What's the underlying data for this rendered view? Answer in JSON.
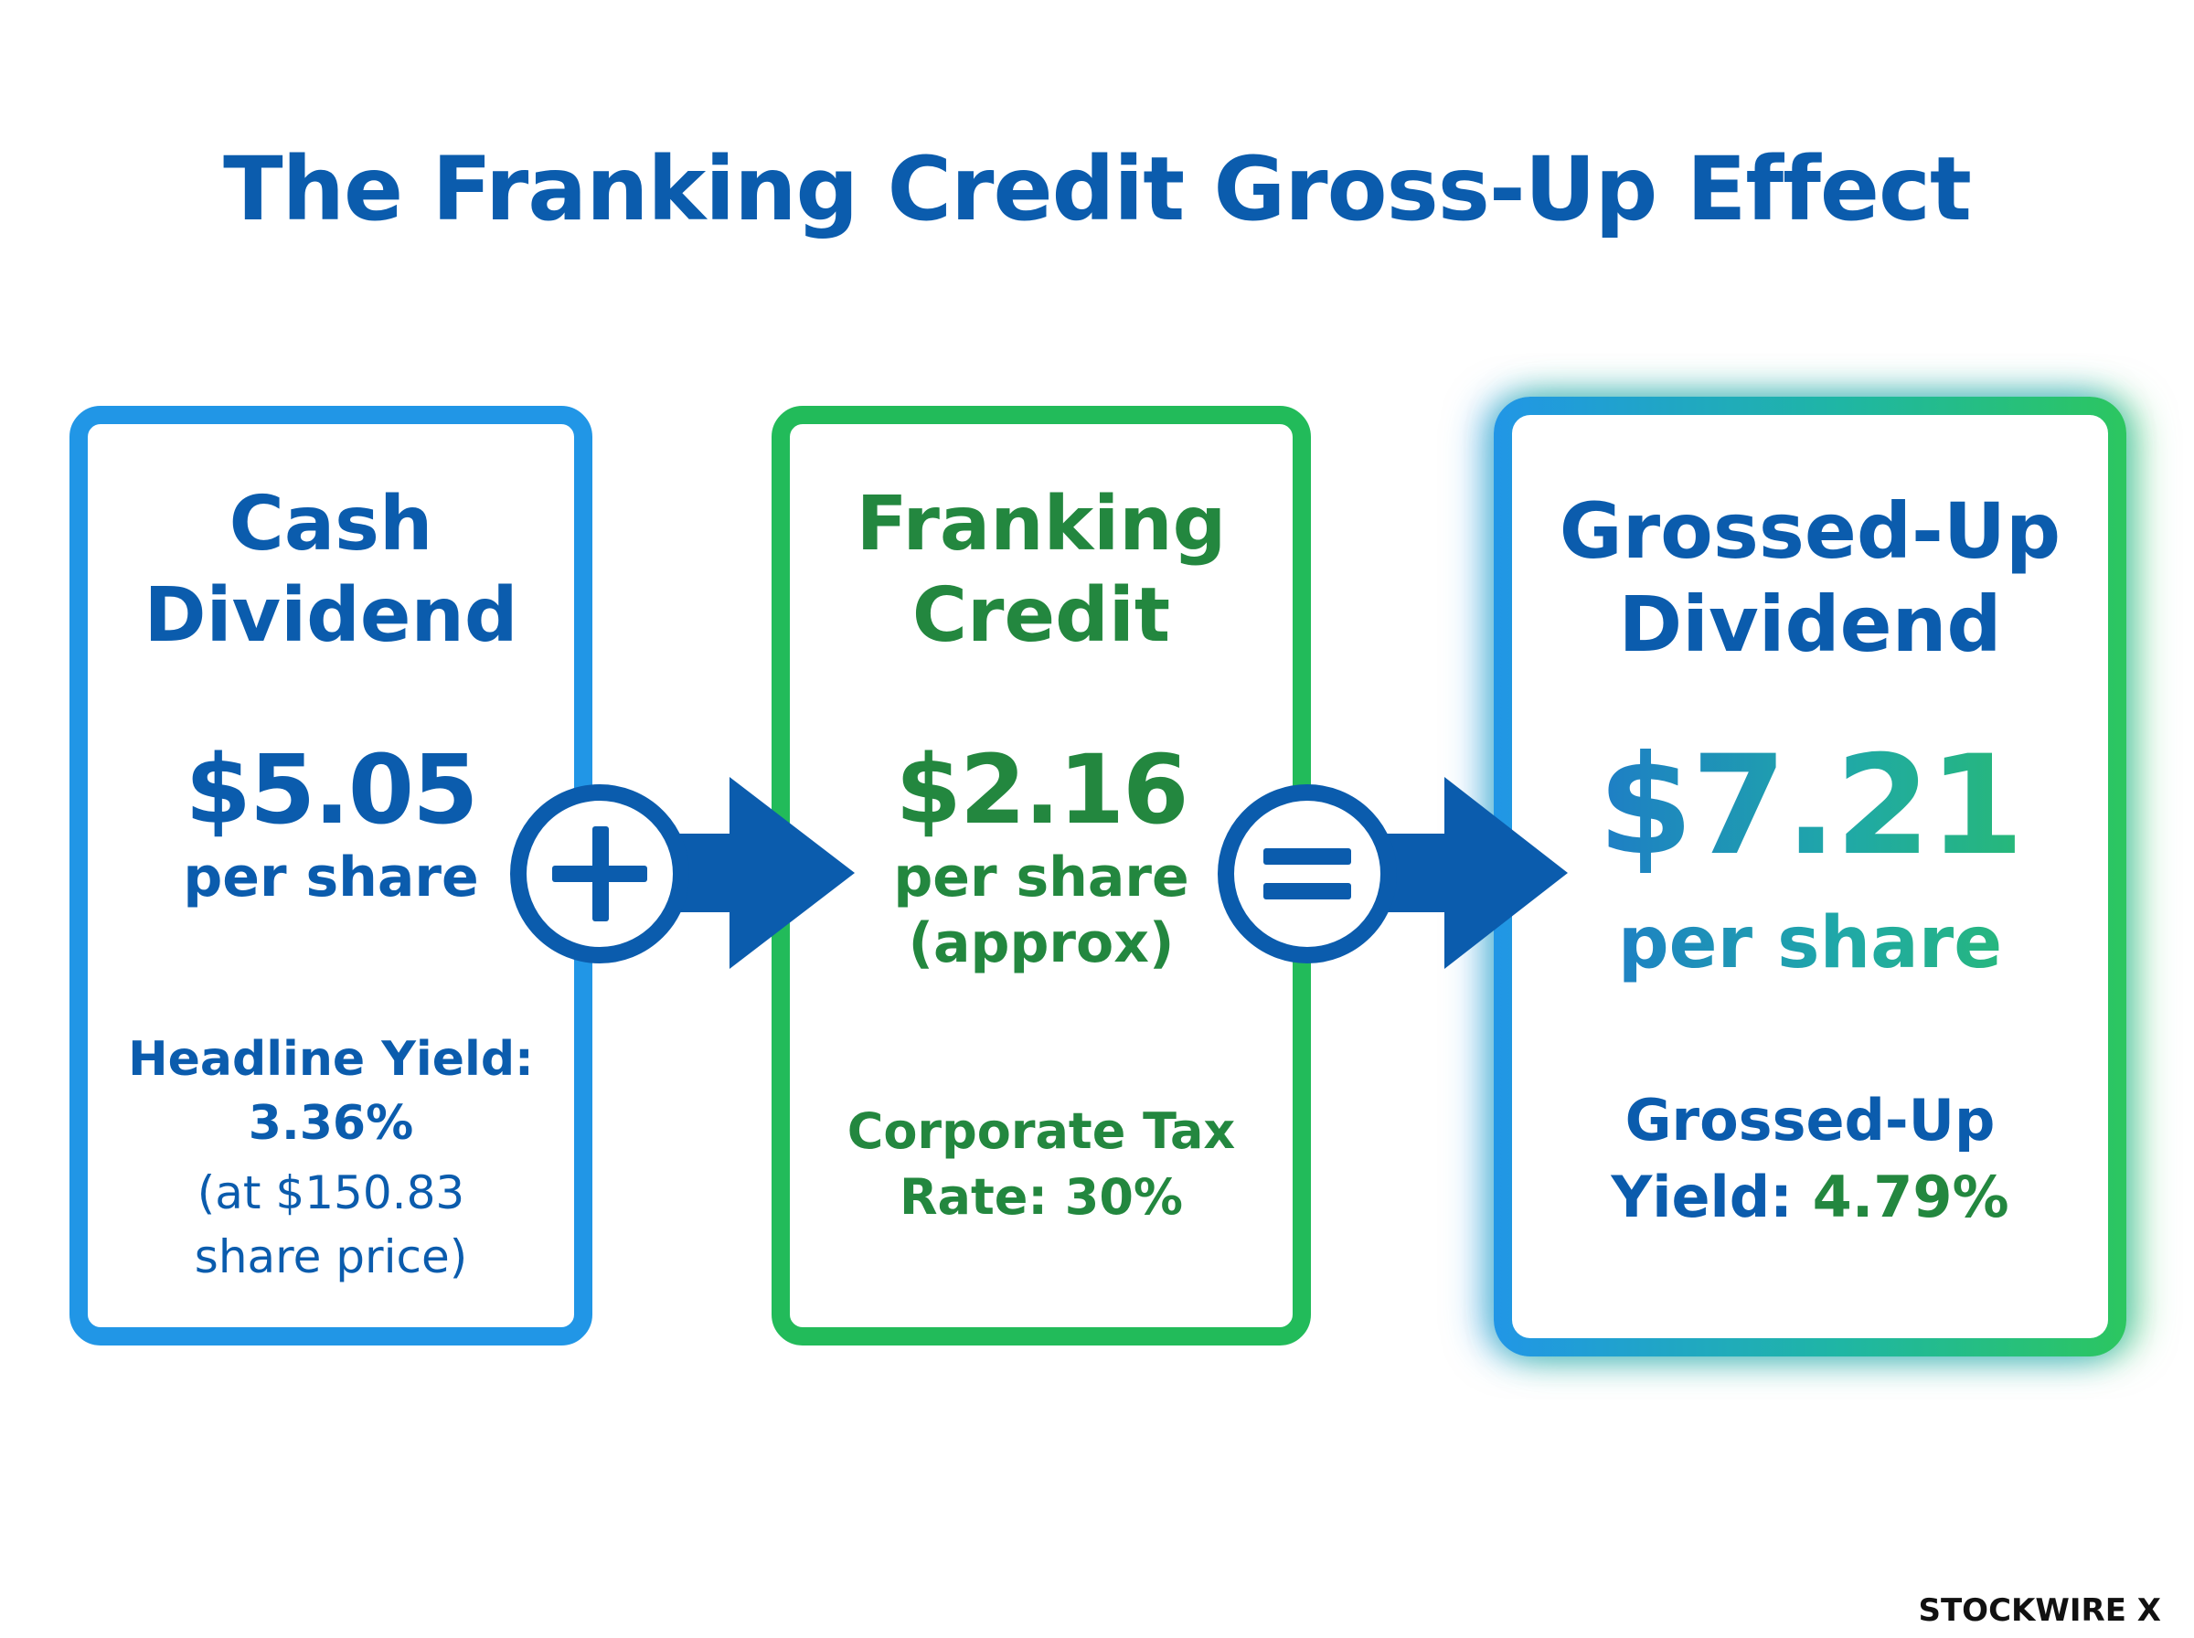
{
  "title": "The Franking Credit Gross-Up Effect",
  "cards": {
    "cash": {
      "heading_line1": "Cash",
      "heading_line2": "Dividend",
      "amount": "$5.05",
      "unit": "per share",
      "note_line1": "Headline Yield:",
      "note_line2": "3.36%",
      "note_line3": "(at $150.83",
      "note_line4": "share price)"
    },
    "franking": {
      "heading_line1": "Franking",
      "heading_line2": "Credit",
      "amount": "$2.16",
      "unit": "per share",
      "unit_line2": "(approx)",
      "note_line1": "Corporate Tax",
      "note_line2": "Rate: 30%"
    },
    "grossed": {
      "heading_line1": "Grossed-Up",
      "heading_line2": "Dividend",
      "amount": "$7.21",
      "unit": "per share",
      "note_line1": "Grossed-Up",
      "note_line2_label": "Yield:",
      "note_line2_value": "4.79%"
    }
  },
  "operators": {
    "plus": "plus-icon",
    "equals": "equals-icon"
  },
  "brand": "STOCKWIRE X",
  "colors": {
    "title": "#0b5cad",
    "cash_border": "#2196e6",
    "franking_border": "#22bb5a",
    "franking_text": "#23873f",
    "operator": "#0b5cad"
  }
}
